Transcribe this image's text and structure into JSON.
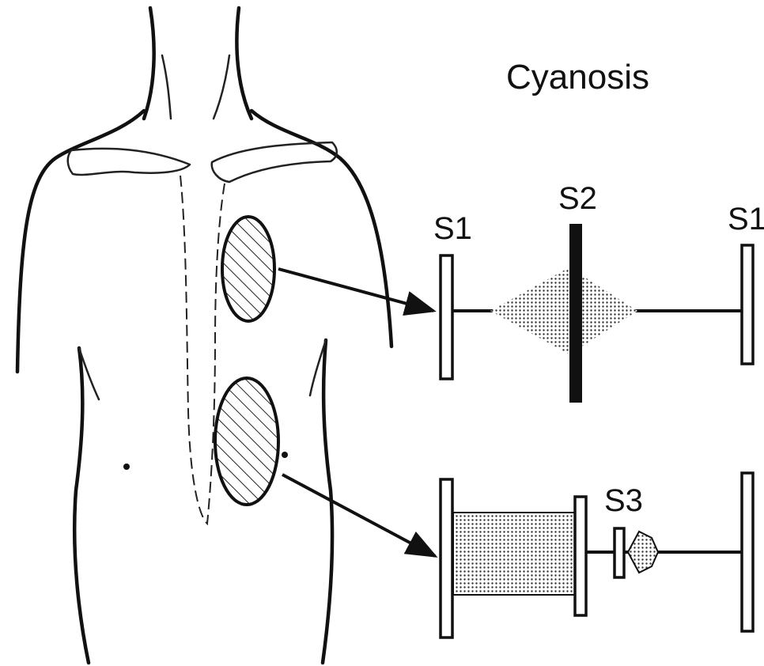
{
  "diagram": {
    "title": "Cyanosis",
    "top_trace": {
      "labels": [
        "S1",
        "S2",
        "S1"
      ]
    },
    "bottom_trace": {
      "labels": [
        "S3"
      ]
    }
  }
}
